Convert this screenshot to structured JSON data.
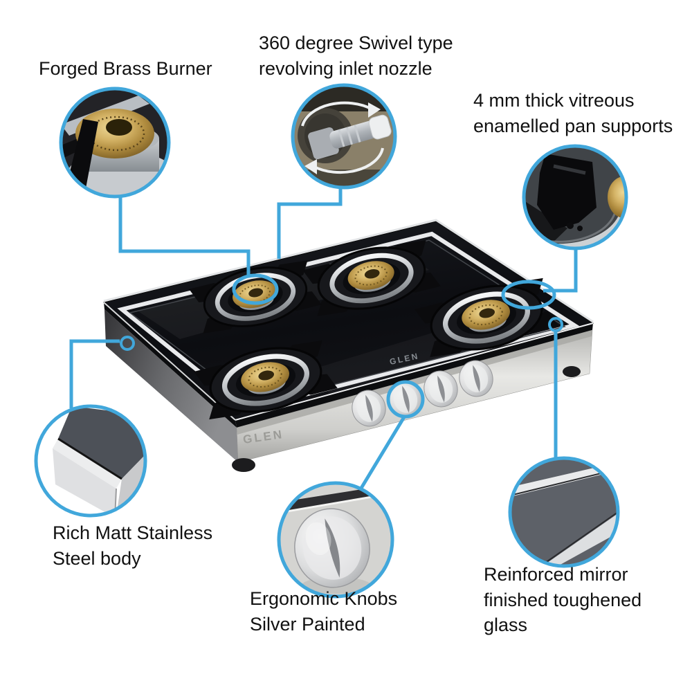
{
  "colors": {
    "accent_blue": "#41a7db",
    "label_text": "#111111",
    "brass_gold": "#c8a24e",
    "glass_black": "#101217",
    "steel_silver": "#d8d8d5"
  },
  "stove": {
    "brand_top": "GLEN",
    "brand_front": "GLEN"
  },
  "callouts": {
    "brass_burner": {
      "label": "Forged Brass Burner"
    },
    "inlet_nozzle": {
      "label": "360 degree Swivel type\nrevolving inlet nozzle"
    },
    "pan_supports": {
      "label": "4 mm thick vitreous\nenamelled pan supports"
    },
    "steel_body": {
      "label": "Rich Matt Stainless\nSteel body"
    },
    "knobs": {
      "label": "Ergonomic Knobs\nSilver Painted"
    },
    "toughened_glass": {
      "label": "Reinforced mirror\nfinished toughened\nglass"
    }
  }
}
